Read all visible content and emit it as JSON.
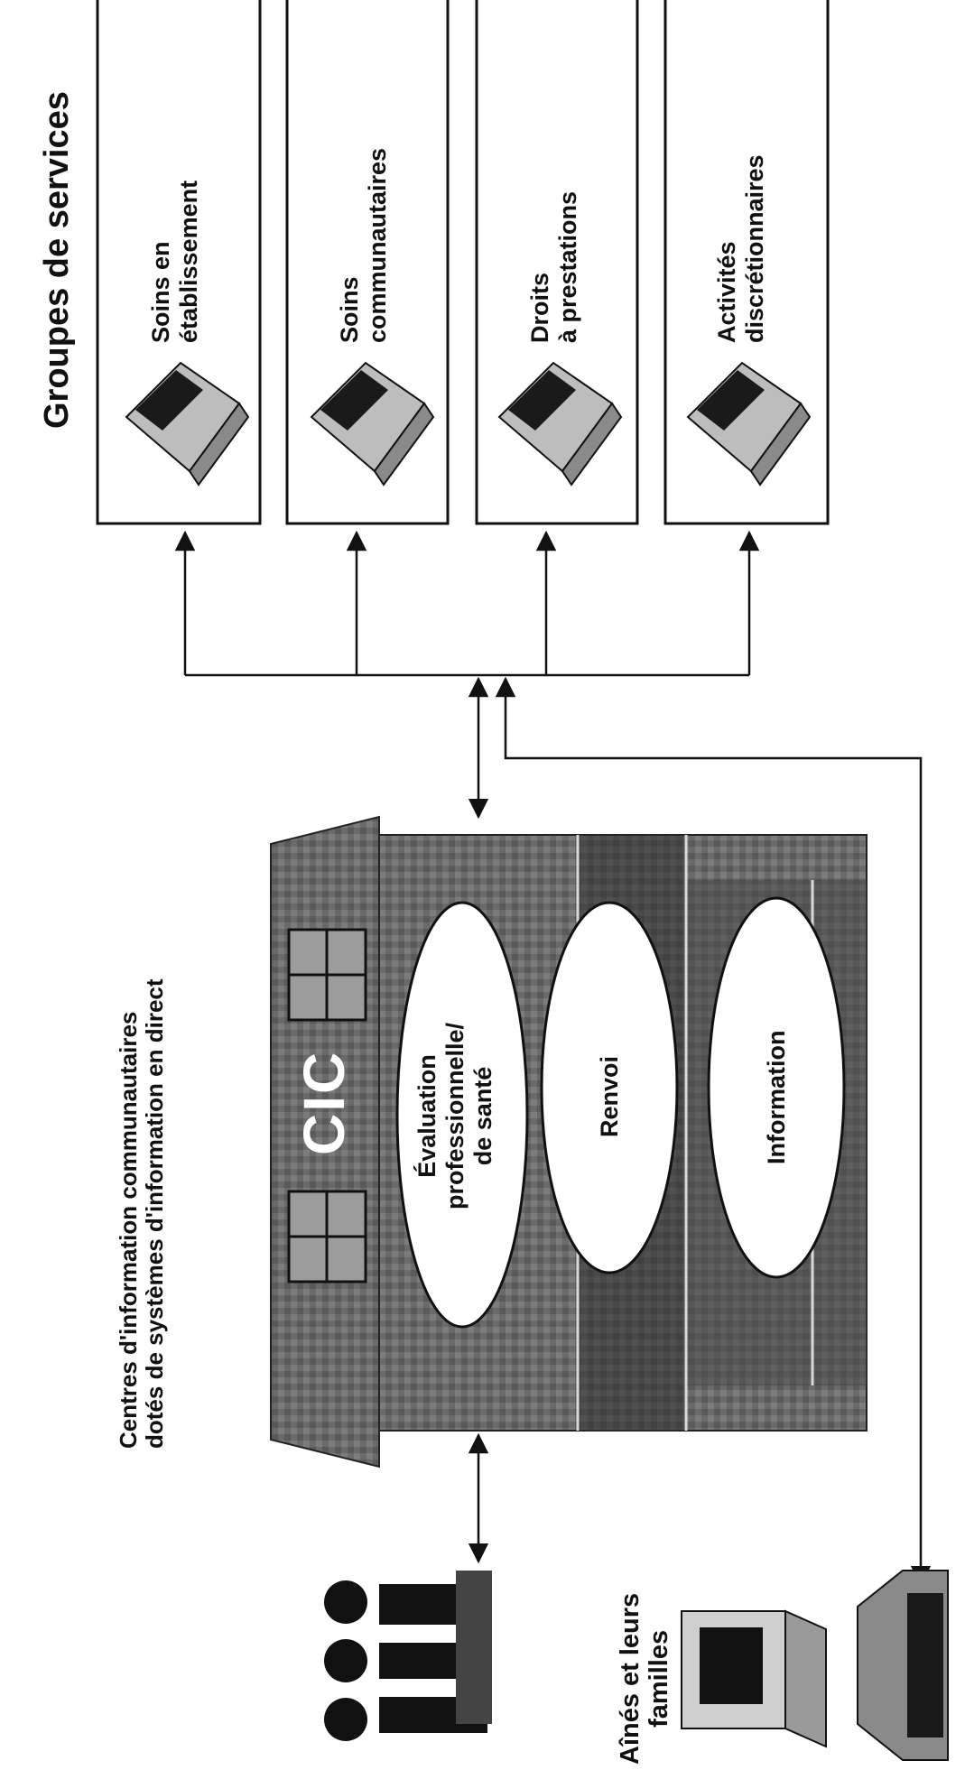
{
  "title": "Groupes de services",
  "service_groups": [
    {
      "lines": [
        "Soins en",
        "établissement"
      ]
    },
    {
      "lines": [
        "Soins",
        "communautaires"
      ]
    },
    {
      "lines": [
        "Droits",
        "à prestations"
      ]
    },
    {
      "lines": [
        "Activités",
        "discrétionnaires"
      ]
    }
  ],
  "cic": {
    "logo": "CIC",
    "caption": [
      "Centres d'information communautaires",
      "dotés de systèmes d'information en direct"
    ],
    "functions": [
      {
        "lines": [
          "Évaluation",
          "professionnelle/",
          "de santé"
        ]
      },
      {
        "lines": [
          "Renvoi"
        ]
      },
      {
        "lines": [
          "Information"
        ]
      }
    ]
  },
  "elders": {
    "caption": [
      "Aînés et leurs",
      "familles"
    ]
  },
  "icons": [
    "laptop-icon",
    "building-illustration",
    "people-icon",
    "desktop-computer-icon",
    "kiosk-terminal-icon",
    "double-arrow-icon"
  ],
  "colors": {
    "ink": "#111111",
    "building": "#555555",
    "paper": "#ffffff"
  }
}
